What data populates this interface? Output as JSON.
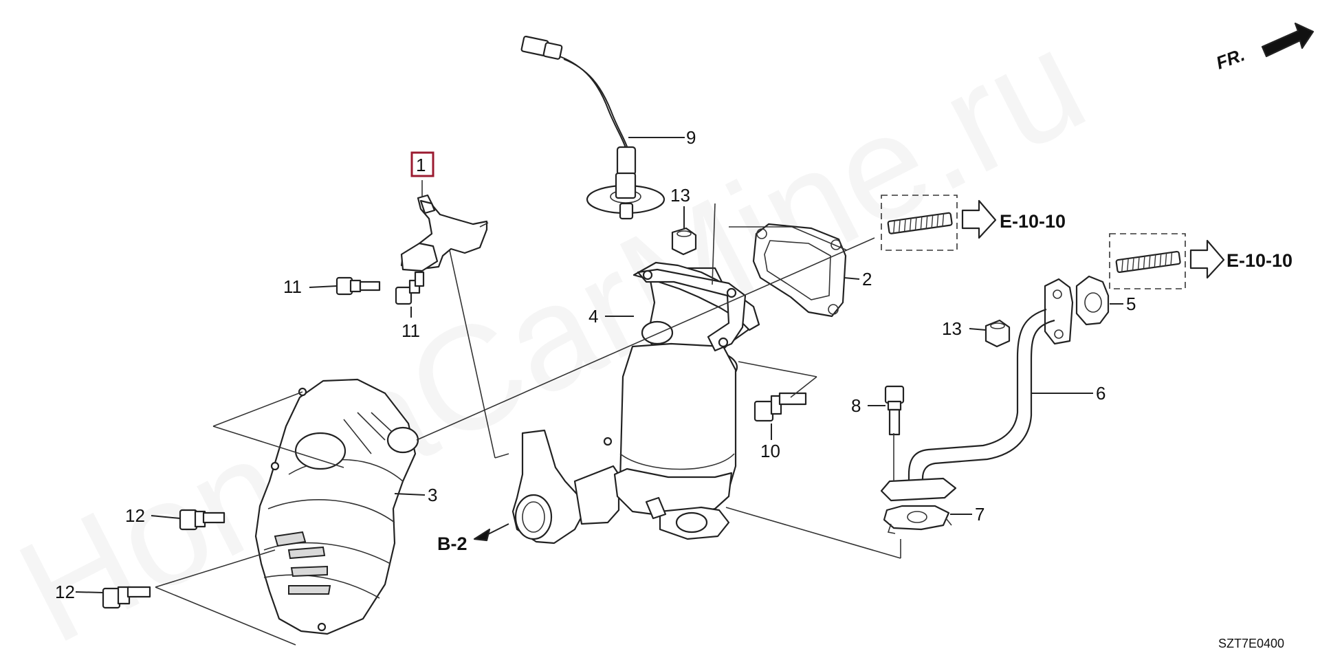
{
  "watermark": "HondaCarMine.ru",
  "front_indicator": "FR.",
  "diagram_code": "SZT7E0400",
  "highlighted_part": "1",
  "highlight_color": "#9b1b30",
  "callouts": {
    "c1": "1",
    "c2": "2",
    "c3": "3",
    "c4": "4",
    "c5": "5",
    "c6": "6",
    "c7": "7",
    "c8": "8",
    "c9": "9",
    "c10": "10",
    "c11a": "11",
    "c11b": "11",
    "c12a": "12",
    "c12b": "12",
    "c13a": "13",
    "c13b": "13"
  },
  "references": {
    "ref_e1": "E-10-10",
    "ref_e2": "E-10-10",
    "ref_b": "B-2"
  }
}
